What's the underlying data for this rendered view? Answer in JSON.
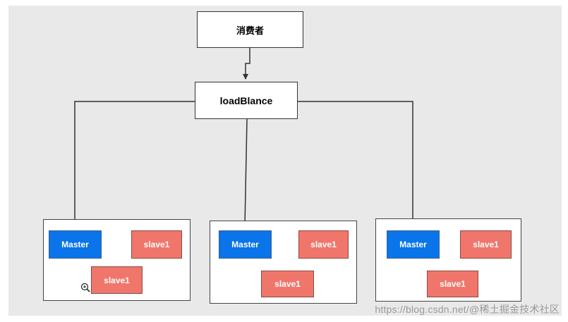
{
  "consumer": {
    "label": "消费者"
  },
  "load_balancer": {
    "label": "loadBlance"
  },
  "clusters": [
    {
      "master": "Master",
      "slave_a": "slave1",
      "slave_b": "slave1"
    },
    {
      "master": "Master",
      "slave_a": "slave1",
      "slave_b": "slave1"
    },
    {
      "master": "Master",
      "slave_a": "slave1",
      "slave_b": "slave1"
    }
  ],
  "watermark": {
    "text": "https://blog.csdn.net/@稀土掘金技术社区"
  },
  "colors": {
    "master_fill": "#0a74ea",
    "slave_fill": "#f0766b",
    "background": "#e9e9e9",
    "line": "#333333"
  },
  "icons": {
    "cursor": "zoom-in-icon"
  }
}
